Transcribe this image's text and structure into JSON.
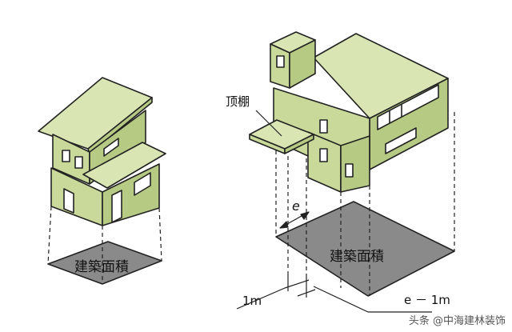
{
  "labels": {
    "area_left": "建築面積",
    "area_right": "建築面積",
    "canopy": "顶棚",
    "e": "e",
    "one_m": "1m",
    "e_minus_1m": "e － 1m"
  },
  "watermark": "头条 @中海建林装饰",
  "colors": {
    "house_front": "#c8d99a",
    "house_side": "#b6ca84",
    "house_top": "#d9e6b3",
    "footprint": "#8a8a8a",
    "outline": "#222222"
  }
}
